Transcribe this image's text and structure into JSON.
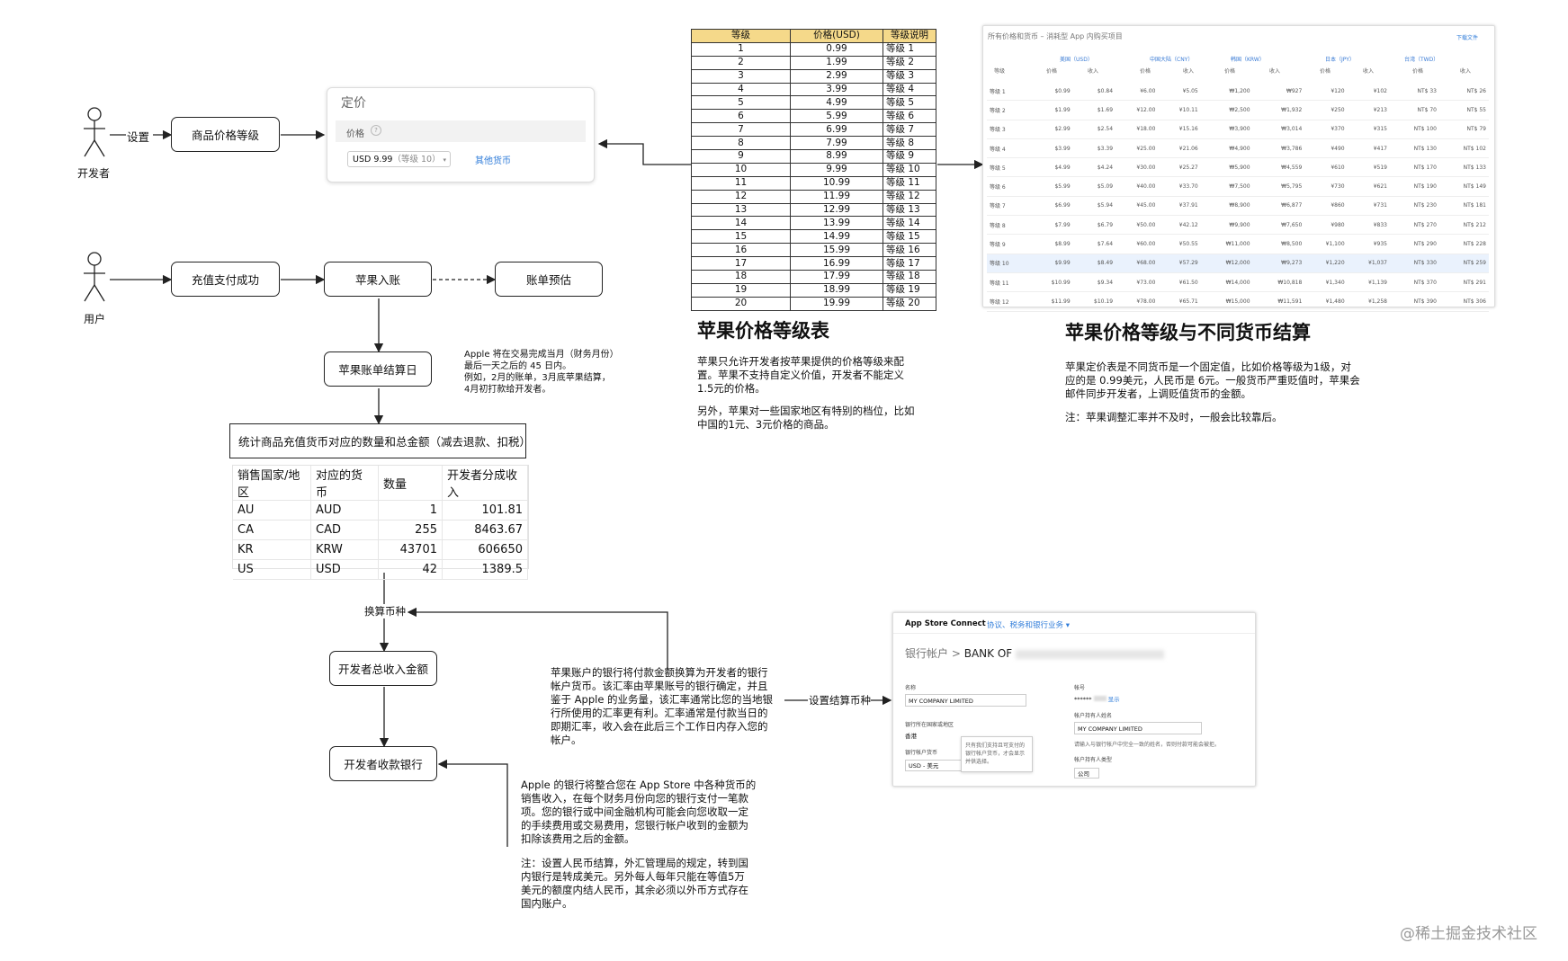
{
  "actors": {
    "developer": "开发者",
    "user": "用户"
  },
  "flow": {
    "set_label": "设置",
    "tier_box": "商品价格等级",
    "recharge_box": "充值支付成功",
    "apple_booking": "苹果入账",
    "bill_estimate": "账单预估",
    "settlement_day": "苹果账单结算日",
    "settlement_note": [
      "Apple 将在交易完成当月（财务月份）",
      "最后一天之后的 45 日内。",
      "例如，2月的账单，3月底苹果结算，",
      "4月初打款给开发者。"
    ],
    "stats_box": "统计商品充值货币对应的数量和总金额（减去退款、扣税）",
    "convert_label": "换算币种",
    "total_income": "开发者总收入金额",
    "receiving_bank": "开发者收款银行",
    "set_currency_label": "设置结算币种",
    "bank_convert_note": [
      "苹果账户的银行将付款金额换算为开发者的银行",
      "帐户货币。该汇率由苹果账号的银行确定，并且",
      "鉴于 Apple 的业务量，该汇率通常比您的当地银",
      "行所使用的汇率更有利。汇率通常是付款当日的",
      "即期汇率，收入会在此后三个工作日内存入您的",
      "帐户。"
    ],
    "bank_merge_note": [
      "Apple 的银行将整合您在 App Store 中各种货币的",
      "销售收入，在每个财务月份向您的银行支付一笔款",
      "项。您的银行或中间金融机构可能会向您收取一定",
      "的手续费用或交易费用，您银行帐户收到的金额为",
      "扣除该费用之后的金额。"
    ],
    "rmb_note": [
      "注：设置人民币结算，外汇管理局的规定，转到国",
      "内银行是转成美元。另外每人每年只能在等值5万",
      "美元的额度内结人民币，其余必须以外币方式存在",
      "国内账户。"
    ]
  },
  "pricing_card": {
    "title": "定价",
    "price_label": "价格",
    "help": "?",
    "select_value": "USD 9.99",
    "select_tier": "（等级 10）",
    "other_currency": "其他货币"
  },
  "tier_table": {
    "headers": [
      "等级",
      "价格(USD)",
      "等级说明"
    ],
    "rows": [
      [
        "1",
        "0.99",
        "等级 1"
      ],
      [
        "2",
        "1.99",
        "等级 2"
      ],
      [
        "3",
        "2.99",
        "等级 3"
      ],
      [
        "4",
        "3.99",
        "等级 4"
      ],
      [
        "5",
        "4.99",
        "等级 5"
      ],
      [
        "6",
        "5.99",
        "等级 6"
      ],
      [
        "7",
        "6.99",
        "等级 7"
      ],
      [
        "8",
        "7.99",
        "等级 8"
      ],
      [
        "9",
        "8.99",
        "等级 9"
      ],
      [
        "10",
        "9.99",
        "等级 10"
      ],
      [
        "11",
        "10.99",
        "等级 11"
      ],
      [
        "12",
        "11.99",
        "等级 12"
      ],
      [
        "13",
        "12.99",
        "等级 13"
      ],
      [
        "14",
        "13.99",
        "等级 14"
      ],
      [
        "15",
        "14.99",
        "等级 15"
      ],
      [
        "16",
        "15.99",
        "等级 16"
      ],
      [
        "17",
        "16.99",
        "等级 17"
      ],
      [
        "18",
        "17.99",
        "等级 18"
      ],
      [
        "19",
        "18.99",
        "等级 19"
      ],
      [
        "20",
        "19.99",
        "等级 20"
      ]
    ]
  },
  "tier_section": {
    "title": "苹果价格等级表",
    "para1": [
      "苹果只允许开发者按苹果提供的价格等级来配",
      "置。苹果不支持自定义价值，开发者不能定义",
      "1.5元的价格。"
    ],
    "para2": [
      "另外，苹果对一些国家地区有特别的档位，比如",
      "中国的1元、3元价格的商品。"
    ]
  },
  "currency_section": {
    "title": "苹果价格等级与不同货币结算",
    "para1": [
      "苹果定价表是不同货币是一个固定值，比如价格等级为1级，对",
      "应的是 0.99美元，人民币是 6元。一般货币严重贬值时，苹果会",
      "邮件同步开发者，上调贬值货币的金额。"
    ],
    "para2": [
      "注：苹果调整汇率并不及时，一般会比较靠后。"
    ]
  },
  "currency_table": {
    "caption": "所有价格和货币 – 消耗型 App 内购买项目",
    "download": "下载文件",
    "regions": [
      "美国（USD）",
      "中国大陆（CNY）",
      "韩国（KRW）",
      "日本（JPY）",
      "台湾（TWD）"
    ],
    "col_tier": "等级",
    "col_price": "价格",
    "col_proceeds": "收入",
    "highlight_row": 10,
    "rows": [
      [
        "等级 1",
        "$0.99",
        "$0.84",
        "¥6.00",
        "¥5.05",
        "₩1,200",
        "₩927",
        "¥120",
        "¥102",
        "NT$ 33",
        "NT$ 26"
      ],
      [
        "等级 2",
        "$1.99",
        "$1.69",
        "¥12.00",
        "¥10.11",
        "₩2,500",
        "₩1,932",
        "¥250",
        "¥213",
        "NT$ 70",
        "NT$ 55"
      ],
      [
        "等级 3",
        "$2.99",
        "$2.54",
        "¥18.00",
        "¥15.16",
        "₩3,900",
        "₩3,014",
        "¥370",
        "¥315",
        "NT$ 100",
        "NT$ 79"
      ],
      [
        "等级 4",
        "$3.99",
        "$3.39",
        "¥25.00",
        "¥21.06",
        "₩4,900",
        "₩3,786",
        "¥490",
        "¥417",
        "NT$ 130",
        "NT$ 102"
      ],
      [
        "等级 5",
        "$4.99",
        "$4.24",
        "¥30.00",
        "¥25.27",
        "₩5,900",
        "₩4,559",
        "¥610",
        "¥519",
        "NT$ 170",
        "NT$ 133"
      ],
      [
        "等级 6",
        "$5.99",
        "$5.09",
        "¥40.00",
        "¥33.70",
        "₩7,500",
        "₩5,795",
        "¥730",
        "¥621",
        "NT$ 190",
        "NT$ 149"
      ],
      [
        "等级 7",
        "$6.99",
        "$5.94",
        "¥45.00",
        "¥37.91",
        "₩8,900",
        "₩6,877",
        "¥860",
        "¥731",
        "NT$ 230",
        "NT$ 181"
      ],
      [
        "等级 8",
        "$7.99",
        "$6.79",
        "¥50.00",
        "¥42.12",
        "₩9,900",
        "₩7,650",
        "¥980",
        "¥833",
        "NT$ 270",
        "NT$ 212"
      ],
      [
        "等级 9",
        "$8.99",
        "$7.64",
        "¥60.00",
        "¥50.55",
        "₩11,000",
        "₩8,500",
        "¥1,100",
        "¥935",
        "NT$ 290",
        "NT$ 228"
      ],
      [
        "等级 10",
        "$9.99",
        "$8.49",
        "¥68.00",
        "¥57.29",
        "₩12,000",
        "₩9,273",
        "¥1,220",
        "¥1,037",
        "NT$ 330",
        "NT$ 259"
      ],
      [
        "等级 11",
        "$10.99",
        "$9.34",
        "¥73.00",
        "¥61.50",
        "₩14,000",
        "₩10,818",
        "¥1,340",
        "¥1,139",
        "NT$ 370",
        "NT$ 291"
      ],
      [
        "等级 12",
        "$11.99",
        "$10.19",
        "¥78.00",
        "¥65.71",
        "₩15,000",
        "₩11,591",
        "¥1,480",
        "¥1,258",
        "NT$ 390",
        "NT$ 306"
      ]
    ]
  },
  "sales_table": {
    "headers": [
      "销售国家/地区",
      "对应的货币",
      "数量",
      "开发者分成收入"
    ],
    "rows": [
      [
        "AU",
        "AUD",
        "1",
        "101.81"
      ],
      [
        "CA",
        "CAD",
        "255",
        "8463.67"
      ],
      [
        "KR",
        "KRW",
        "43701",
        "606650"
      ],
      [
        "US",
        "USD",
        "42",
        "1389.5"
      ]
    ]
  },
  "bank_panel": {
    "app": "App Store Connect",
    "breadcrumb": "协议、税务和银行业务",
    "title_prefix": "银行帐户",
    "sep": ">",
    "bank_name": "BANK OF",
    "name_label": "名称",
    "name_value": "MY COMPANY LIMITED",
    "account_label": "帐号",
    "account_value": "******",
    "show": "显示",
    "region_label": "银行所在国家或地区",
    "region_value": "香港",
    "currency_label": "银行帐户货币",
    "currency_value": "USD - 美元",
    "tooltip": [
      "只有我们支持且可支付的",
      "银行帐户货币，才会显示",
      "并供选择。"
    ],
    "holder_label": "帐户持有人姓名",
    "holder_value": "MY COMPANY LIMITED",
    "holder_hint": "请输入与银行帐户中完全一致的姓名，否则付款可能会被拒。",
    "holder_type_label": "帐户持有人类型",
    "holder_type_value": "公司"
  },
  "watermark": "@稀土掘金技术社区"
}
